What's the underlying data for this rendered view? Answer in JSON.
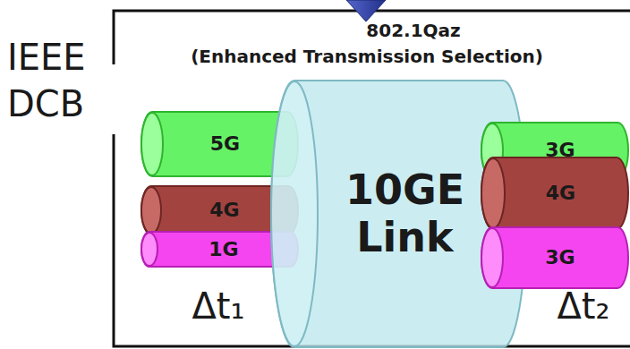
{
  "diagram": {
    "title": "802.1Qaz",
    "nodes": [
      {
        "text": [
          "5G"
        ]
      },
      {
        "text": [
          "4G"
        ]
      },
      {
        "text": [
          "1G"
        ]
      },
      {
        "text": [
          "10GE Link"
        ]
      },
      {
        "text": [
          "3G"
        ]
      },
      {
        "text": [
          "4G"
        ]
      },
      {
        "text": [
          "3G"
        ]
      }
    ],
    "labels": [
      "(Enhanced Transmission Selection)",
      "IEEE DCB",
      "Δt₁",
      "Δt₂"
    ]
  }
}
